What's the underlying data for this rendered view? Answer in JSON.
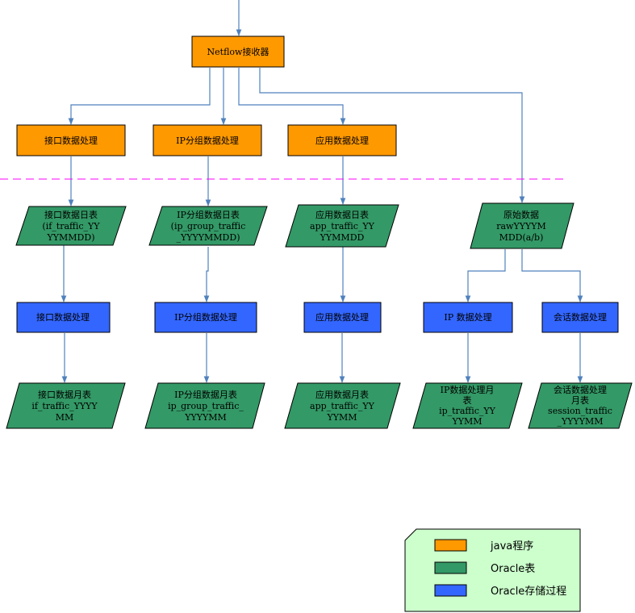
{
  "colors": {
    "java": "#FF9900",
    "oracle_table": "#339966",
    "oracle_proc": "#3366FF",
    "arrow": "#4F81BD",
    "dashed": "#FF00FF",
    "legend_bg": "#CCFFCC"
  },
  "nodes": {
    "receiver": "Netflow接收器",
    "java_if": "接口数据处理",
    "java_ip": "IP分组数据处理",
    "java_app": "应用数据处理",
    "day_if": [
      "接口数据日表",
      "(if_traffic_YY",
      "YYMMDD)"
    ],
    "day_ip": [
      "IP分组数据日表",
      "(ip_group_traffic",
      "_YYYYMMDD)"
    ],
    "day_app": [
      "应用数据日表",
      "app_traffic_YY",
      "YYMMDD"
    ],
    "raw": [
      "原始数据",
      "rawYYYYM",
      "MDD(a/b)"
    ],
    "proc_if": "接口数据处理",
    "proc_ip": "IP分组数据处理",
    "proc_app": "应用数据处理",
    "proc_rawip": "IP 数据处理",
    "proc_session": "会话数据处理",
    "month_if": [
      "接口数据月表",
      "if_traffic_YYYY",
      "MM"
    ],
    "month_ip": [
      "IP分组数据月表",
      "ip_group_traffic_",
      "YYYYMM"
    ],
    "month_app": [
      "应用数据月表",
      "app_traffic_YY",
      "YYMM"
    ],
    "month_rawip": [
      "IP数据处理月",
      "表",
      "ip_traffic_YY",
      "YYMM"
    ],
    "month_session": [
      "会话数据处理",
      "月表",
      "session_traffic",
      "_YYYYMM"
    ]
  },
  "legend": {
    "java": "java程序",
    "oracle_table": "Oracle表",
    "oracle_proc": "Oracle存储过程"
  }
}
